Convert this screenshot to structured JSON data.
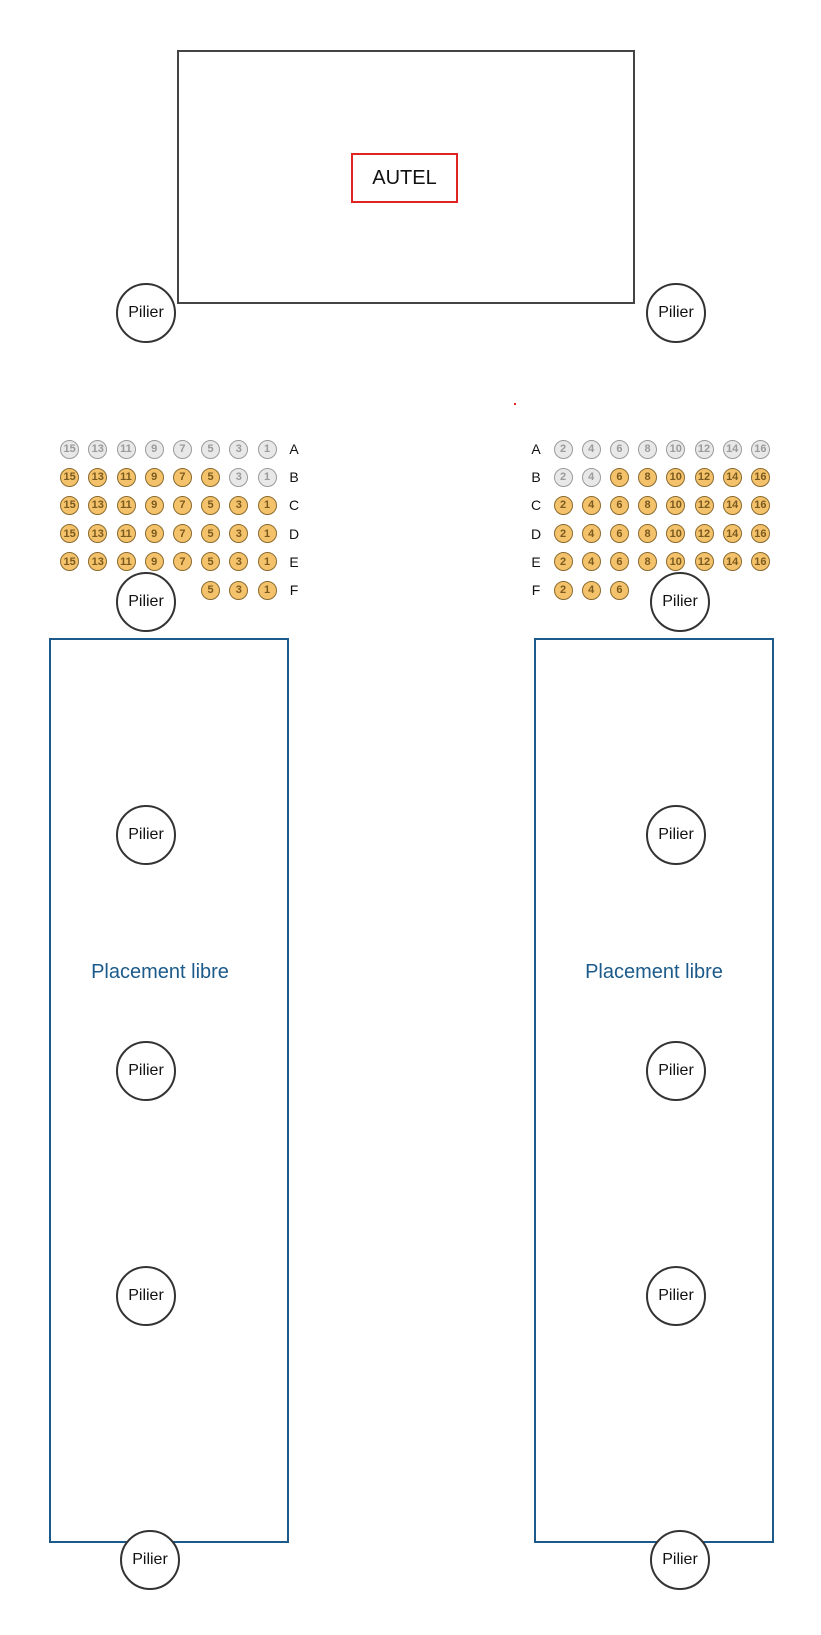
{
  "altar": {
    "label": "AUTEL"
  },
  "pillar_label": "Pilier",
  "free_zone_label": "Placement libre",
  "left_block": {
    "rows": [
      {
        "label": "A",
        "seats": [
          {
            "n": "15",
            "s": "taken"
          },
          {
            "n": "13",
            "s": "taken"
          },
          {
            "n": "11",
            "s": "taken"
          },
          {
            "n": "9",
            "s": "taken"
          },
          {
            "n": "7",
            "s": "taken"
          },
          {
            "n": "5",
            "s": "taken"
          },
          {
            "n": "3",
            "s": "taken"
          },
          {
            "n": "1",
            "s": "taken"
          }
        ]
      },
      {
        "label": "B",
        "seats": [
          {
            "n": "15",
            "s": "available"
          },
          {
            "n": "13",
            "s": "available"
          },
          {
            "n": "11",
            "s": "available"
          },
          {
            "n": "9",
            "s": "available"
          },
          {
            "n": "7",
            "s": "available"
          },
          {
            "n": "5",
            "s": "available"
          },
          {
            "n": "3",
            "s": "taken"
          },
          {
            "n": "1",
            "s": "taken"
          }
        ]
      },
      {
        "label": "C",
        "seats": [
          {
            "n": "15",
            "s": "available"
          },
          {
            "n": "13",
            "s": "available"
          },
          {
            "n": "11",
            "s": "available"
          },
          {
            "n": "9",
            "s": "available"
          },
          {
            "n": "7",
            "s": "available"
          },
          {
            "n": "5",
            "s": "available"
          },
          {
            "n": "3",
            "s": "available"
          },
          {
            "n": "1",
            "s": "available"
          }
        ]
      },
      {
        "label": "D",
        "seats": [
          {
            "n": "15",
            "s": "available"
          },
          {
            "n": "13",
            "s": "available"
          },
          {
            "n": "11",
            "s": "available"
          },
          {
            "n": "9",
            "s": "available"
          },
          {
            "n": "7",
            "s": "available"
          },
          {
            "n": "5",
            "s": "available"
          },
          {
            "n": "3",
            "s": "available"
          },
          {
            "n": "1",
            "s": "available"
          }
        ]
      },
      {
        "label": "E",
        "seats": [
          {
            "n": "15",
            "s": "available"
          },
          {
            "n": "13",
            "s": "available"
          },
          {
            "n": "11",
            "s": "available"
          },
          {
            "n": "9",
            "s": "available"
          },
          {
            "n": "7",
            "s": "available"
          },
          {
            "n": "5",
            "s": "available"
          },
          {
            "n": "3",
            "s": "available"
          },
          {
            "n": "1",
            "s": "available"
          }
        ]
      },
      {
        "label": "F",
        "seats": [
          {
            "n": "5",
            "s": "available"
          },
          {
            "n": "3",
            "s": "available"
          },
          {
            "n": "1",
            "s": "available"
          }
        ]
      }
    ]
  },
  "right_block": {
    "rows": [
      {
        "label": "A",
        "seats": [
          {
            "n": "2",
            "s": "taken"
          },
          {
            "n": "4",
            "s": "taken"
          },
          {
            "n": "6",
            "s": "taken"
          },
          {
            "n": "8",
            "s": "taken"
          },
          {
            "n": "10",
            "s": "taken"
          },
          {
            "n": "12",
            "s": "taken"
          },
          {
            "n": "14",
            "s": "taken"
          },
          {
            "n": "16",
            "s": "taken"
          }
        ]
      },
      {
        "label": "B",
        "seats": [
          {
            "n": "2",
            "s": "taken"
          },
          {
            "n": "4",
            "s": "taken"
          },
          {
            "n": "6",
            "s": "available"
          },
          {
            "n": "8",
            "s": "available"
          },
          {
            "n": "10",
            "s": "available"
          },
          {
            "n": "12",
            "s": "available"
          },
          {
            "n": "14",
            "s": "available"
          },
          {
            "n": "16",
            "s": "available"
          }
        ]
      },
      {
        "label": "C",
        "seats": [
          {
            "n": "2",
            "s": "available"
          },
          {
            "n": "4",
            "s": "available"
          },
          {
            "n": "6",
            "s": "available"
          },
          {
            "n": "8",
            "s": "available"
          },
          {
            "n": "10",
            "s": "available"
          },
          {
            "n": "12",
            "s": "available"
          },
          {
            "n": "14",
            "s": "available"
          },
          {
            "n": "16",
            "s": "available"
          }
        ]
      },
      {
        "label": "D",
        "seats": [
          {
            "n": "2",
            "s": "available"
          },
          {
            "n": "4",
            "s": "available"
          },
          {
            "n": "6",
            "s": "available"
          },
          {
            "n": "8",
            "s": "available"
          },
          {
            "n": "10",
            "s": "available"
          },
          {
            "n": "12",
            "s": "available"
          },
          {
            "n": "14",
            "s": "available"
          },
          {
            "n": "16",
            "s": "available"
          }
        ]
      },
      {
        "label": "E",
        "seats": [
          {
            "n": "2",
            "s": "available"
          },
          {
            "n": "4",
            "s": "available"
          },
          {
            "n": "6",
            "s": "available"
          },
          {
            "n": "8",
            "s": "available"
          },
          {
            "n": "10",
            "s": "available"
          },
          {
            "n": "12",
            "s": "available"
          },
          {
            "n": "14",
            "s": "available"
          },
          {
            "n": "16",
            "s": "available"
          }
        ]
      },
      {
        "label": "F",
        "seats": [
          {
            "n": "2",
            "s": "available"
          },
          {
            "n": "4",
            "s": "available"
          },
          {
            "n": "6",
            "s": "available"
          }
        ]
      }
    ]
  }
}
